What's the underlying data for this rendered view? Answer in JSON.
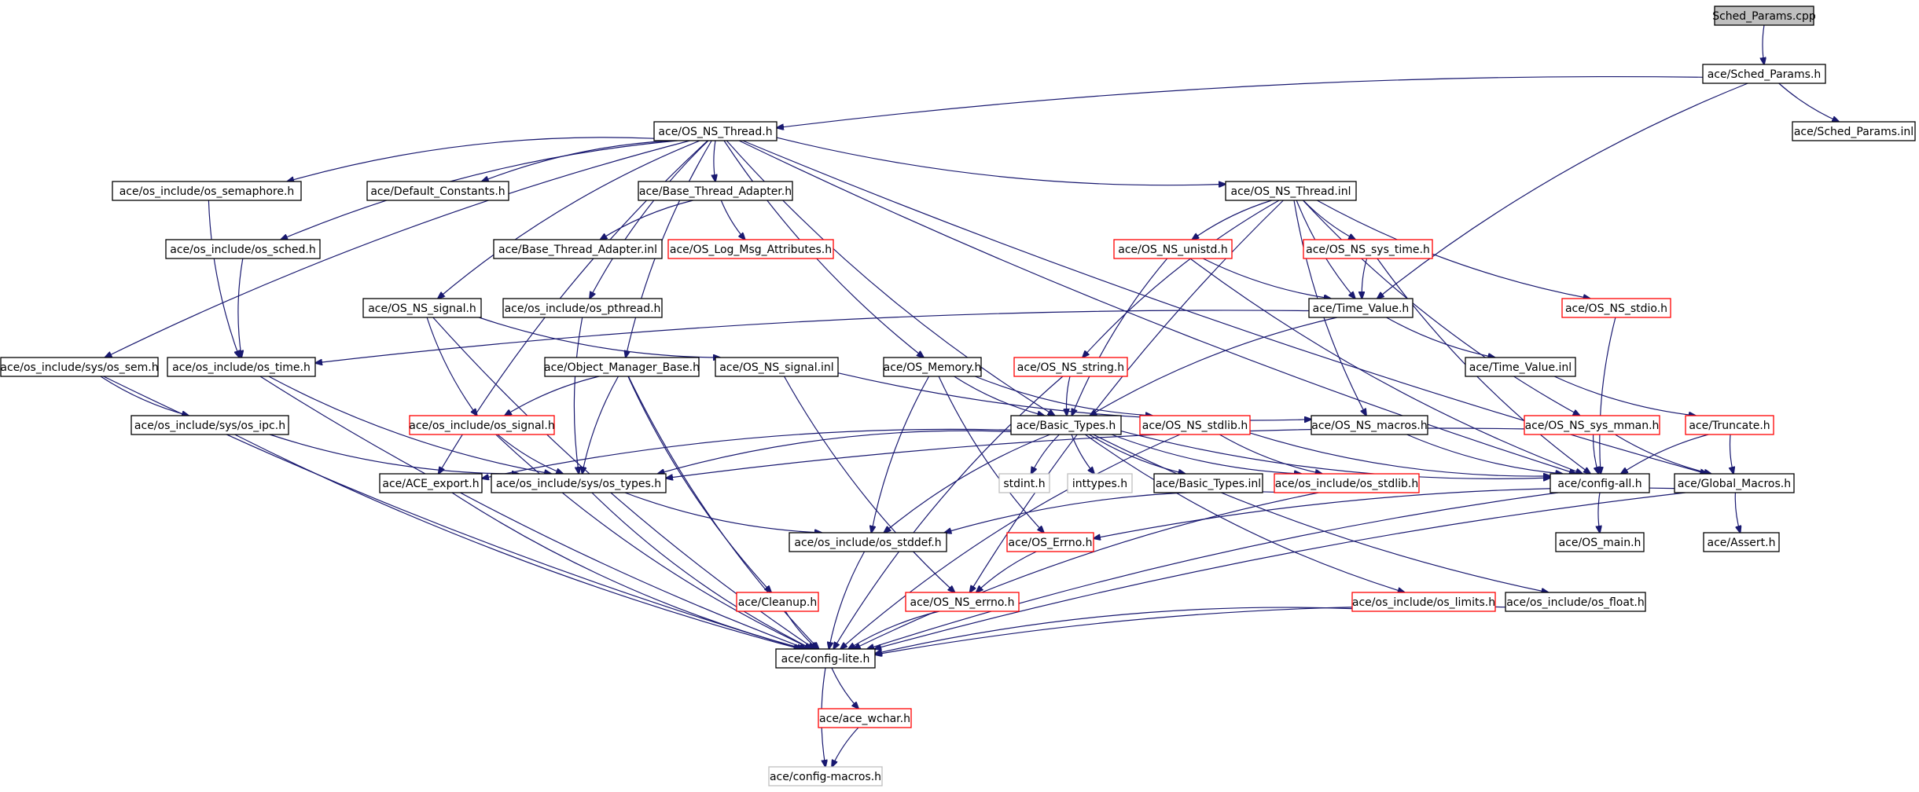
{
  "nodes": [
    {
      "id": "Sched_Params.cpp",
      "label": "Sched_Params.cpp",
      "style": "root"
    },
    {
      "id": "ace/Sched_Params.h",
      "label": "ace/Sched_Params.h",
      "style": "normal"
    },
    {
      "id": "ace/OS_NS_Thread.h",
      "label": "ace/OS_NS_Thread.h",
      "style": "normal"
    },
    {
      "id": "ace/Sched_Params.inl",
      "label": "ace/Sched_Params.inl",
      "style": "normal"
    },
    {
      "id": "ace/os_include/os_semaphore.h",
      "label": "ace/os_include/os_semaphore.h",
      "style": "normal"
    },
    {
      "id": "ace/Default_Constants.h",
      "label": "ace/Default_Constants.h",
      "style": "normal"
    },
    {
      "id": "ace/Base_Thread_Adapter.h",
      "label": "ace/Base_Thread_Adapter.h",
      "style": "normal"
    },
    {
      "id": "ace/OS_NS_Thread.inl",
      "label": "ace/OS_NS_Thread.inl",
      "style": "normal"
    },
    {
      "id": "ace/os_include/os_sched.h",
      "label": "ace/os_include/os_sched.h",
      "style": "normal"
    },
    {
      "id": "ace/Base_Thread_Adapter.inl",
      "label": "ace/Base_Thread_Adapter.inl",
      "style": "normal"
    },
    {
      "id": "ace/OS_Log_Msg_Attributes.h",
      "label": "ace/OS_Log_Msg_Attributes.h",
      "style": "red"
    },
    {
      "id": "ace/OS_NS_unistd.h",
      "label": "ace/OS_NS_unistd.h",
      "style": "red"
    },
    {
      "id": "ace/OS_NS_sys_time.h",
      "label": "ace/OS_NS_sys_time.h",
      "style": "red"
    },
    {
      "id": "ace/OS_NS_signal.h",
      "label": "ace/OS_NS_signal.h",
      "style": "normal"
    },
    {
      "id": "ace/os_include/os_pthread.h",
      "label": "ace/os_include/os_pthread.h",
      "style": "normal"
    },
    {
      "id": "ace/Time_Value.h",
      "label": "ace/Time_Value.h",
      "style": "normal"
    },
    {
      "id": "ace/OS_NS_stdio.h",
      "label": "ace/OS_NS_stdio.h",
      "style": "red"
    },
    {
      "id": "ace/os_include/sys/os_sem.h",
      "label": "ace/os_include/sys/os_sem.h",
      "style": "normal"
    },
    {
      "id": "ace/os_include/os_time.h",
      "label": "ace/os_include/os_time.h",
      "style": "normal"
    },
    {
      "id": "ace/Object_Manager_Base.h",
      "label": "ace/Object_Manager_Base.h",
      "style": "normal"
    },
    {
      "id": "ace/OS_NS_signal.inl",
      "label": "ace/OS_NS_signal.inl",
      "style": "normal"
    },
    {
      "id": "ace/OS_Memory.h",
      "label": "ace/OS_Memory.h",
      "style": "normal"
    },
    {
      "id": "ace/OS_NS_string.h",
      "label": "ace/OS_NS_string.h",
      "style": "red"
    },
    {
      "id": "ace/Time_Value.inl",
      "label": "ace/Time_Value.inl",
      "style": "normal"
    },
    {
      "id": "ace/os_include/sys/os_ipc.h",
      "label": "ace/os_include/sys/os_ipc.h",
      "style": "normal"
    },
    {
      "id": "ace/os_include/os_signal.h",
      "label": "ace/os_include/os_signal.h",
      "style": "red"
    },
    {
      "id": "ace/Basic_Types.h",
      "label": "ace/Basic_Types.h",
      "style": "normal"
    },
    {
      "id": "ace/OS_NS_stdlib.h",
      "label": "ace/OS_NS_stdlib.h",
      "style": "red"
    },
    {
      "id": "ace/OS_NS_macros.h",
      "label": "ace/OS_NS_macros.h",
      "style": "normal"
    },
    {
      "id": "ace/OS_NS_sys_mman.h",
      "label": "ace/OS_NS_sys_mman.h",
      "style": "red"
    },
    {
      "id": "ace/Truncate.h",
      "label": "ace/Truncate.h",
      "style": "red"
    },
    {
      "id": "ace/ACE_export.h",
      "label": "ace/ACE_export.h",
      "style": "normal"
    },
    {
      "id": "ace/os_include/sys/os_types.h",
      "label": "ace/os_include/sys/os_types.h",
      "style": "normal"
    },
    {
      "id": "stdint.h",
      "label": "stdint.h",
      "style": "gray"
    },
    {
      "id": "inttypes.h",
      "label": "inttypes.h",
      "style": "gray"
    },
    {
      "id": "ace/Basic_Types.inl",
      "label": "ace/Basic_Types.inl",
      "style": "normal"
    },
    {
      "id": "ace/os_include/os_stdlib.h",
      "label": "ace/os_include/os_stdlib.h",
      "style": "red"
    },
    {
      "id": "ace/config-all.h",
      "label": "ace/config-all.h",
      "style": "normal"
    },
    {
      "id": "ace/Global_Macros.h",
      "label": "ace/Global_Macros.h",
      "style": "normal"
    },
    {
      "id": "ace/os_include/os_stddef.h",
      "label": "ace/os_include/os_stddef.h",
      "style": "normal"
    },
    {
      "id": "ace/OS_Errno.h",
      "label": "ace/OS_Errno.h",
      "style": "red"
    },
    {
      "id": "ace/OS_main.h",
      "label": "ace/OS_main.h",
      "style": "normal"
    },
    {
      "id": "ace/Assert.h",
      "label": "ace/Assert.h",
      "style": "normal"
    },
    {
      "id": "ace/Cleanup.h",
      "label": "ace/Cleanup.h",
      "style": "red"
    },
    {
      "id": "ace/OS_NS_errno.h",
      "label": "ace/OS_NS_errno.h",
      "style": "red"
    },
    {
      "id": "ace/os_include/os_limits.h",
      "label": "ace/os_include/os_limits.h",
      "style": "red"
    },
    {
      "id": "ace/os_include/os_float.h",
      "label": "ace/os_include/os_float.h",
      "style": "normal"
    },
    {
      "id": "ace/config-lite.h",
      "label": "ace/config-lite.h",
      "style": "normal"
    },
    {
      "id": "ace/ace_wchar.h",
      "label": "ace/ace_wchar.h",
      "style": "red"
    },
    {
      "id": "ace/config-macros.h",
      "label": "ace/config-macros.h",
      "style": "gray"
    }
  ],
  "edges": [
    [
      "Sched_Params.cpp",
      "ace/Sched_Params.h"
    ],
    [
      "ace/Sched_Params.h",
      "ace/OS_NS_Thread.h"
    ],
    [
      "ace/Sched_Params.h",
      "ace/Sched_Params.inl"
    ],
    [
      "ace/Sched_Params.h",
      "ace/Time_Value.h"
    ],
    [
      "ace/OS_NS_Thread.h",
      "ace/os_include/sys/os_sem.h"
    ],
    [
      "ace/OS_NS_Thread.h",
      "ace/os_include/os_semaphore.h"
    ],
    [
      "ace/OS_NS_Thread.h",
      "ace/os_include/os_sched.h"
    ],
    [
      "ace/OS_NS_Thread.h",
      "ace/OS_NS_signal.h"
    ],
    [
      "ace/OS_NS_Thread.h",
      "ace/Default_Constants.h"
    ],
    [
      "ace/OS_NS_Thread.h",
      "ace/os_include/os_pthread.h"
    ],
    [
      "ace/OS_NS_Thread.h",
      "ace/ACE_export.h"
    ],
    [
      "ace/OS_NS_Thread.h",
      "ace/Base_Thread_Adapter.h"
    ],
    [
      "ace/OS_NS_Thread.h",
      "ace/Object_Manager_Base.h"
    ],
    [
      "ace/OS_NS_Thread.h",
      "ace/OS_Memory.h"
    ],
    [
      "ace/OS_NS_Thread.h",
      "ace/Basic_Types.h"
    ],
    [
      "ace/OS_NS_Thread.h",
      "ace/OS_NS_Thread.inl"
    ],
    [
      "ace/OS_NS_Thread.h",
      "ace/config-all.h"
    ],
    [
      "ace/OS_NS_Thread.h",
      "ace/Global_Macros.h"
    ],
    [
      "ace/os_include/os_semaphore.h",
      "ace/os_include/os_time.h"
    ],
    [
      "ace/os_include/os_sched.h",
      "ace/os_include/os_time.h"
    ],
    [
      "ace/Base_Thread_Adapter.h",
      "ace/Base_Thread_Adapter.inl"
    ],
    [
      "ace/Base_Thread_Adapter.h",
      "ace/OS_Log_Msg_Attributes.h"
    ],
    [
      "ace/OS_NS_Thread.inl",
      "ace/OS_NS_unistd.h"
    ],
    [
      "ace/OS_NS_Thread.inl",
      "ace/OS_NS_sys_time.h"
    ],
    [
      "ace/OS_NS_Thread.inl",
      "ace/Time_Value.h"
    ],
    [
      "ace/OS_NS_Thread.inl",
      "ace/OS_NS_stdio.h"
    ],
    [
      "ace/OS_NS_Thread.inl",
      "ace/OS_NS_string.h"
    ],
    [
      "ace/OS_NS_Thread.inl",
      "ace/OS_NS_macros.h"
    ],
    [
      "ace/OS_NS_Thread.inl",
      "ace/OS_NS_sys_mman.h"
    ],
    [
      "ace/OS_NS_Thread.inl",
      "ace/OS_NS_errno.h"
    ],
    [
      "ace/OS_NS_unistd.h",
      "ace/Time_Value.h"
    ],
    [
      "ace/OS_NS_unistd.h",
      "ace/Basic_Types.h"
    ],
    [
      "ace/OS_NS_unistd.h",
      "ace/config-all.h"
    ],
    [
      "ace/OS_NS_sys_time.h",
      "ace/Time_Value.h"
    ],
    [
      "ace/OS_NS_sys_time.h",
      "ace/config-all.h"
    ],
    [
      "ace/OS_NS_signal.h",
      "ace/OS_NS_signal.inl"
    ],
    [
      "ace/OS_NS_signal.h",
      "ace/os_include/os_signal.h"
    ],
    [
      "ace/OS_NS_signal.h",
      "ace/config-lite.h"
    ],
    [
      "ace/os_include/os_pthread.h",
      "ace/os_include/sys/os_types.h"
    ],
    [
      "ace/Time_Value.h",
      "ace/os_include/os_time.h"
    ],
    [
      "ace/Time_Value.h",
      "ace/Time_Value.inl"
    ],
    [
      "ace/Time_Value.h",
      "ace/Basic_Types.h"
    ],
    [
      "ace/OS_NS_stdio.h",
      "ace/config-all.h"
    ],
    [
      "ace/os_include/sys/os_sem.h",
      "ace/os_include/sys/os_ipc.h"
    ],
    [
      "ace/os_include/sys/os_sem.h",
      "ace/config-lite.h"
    ],
    [
      "ace/os_include/os_time.h",
      "ace/os_include/sys/os_types.h"
    ],
    [
      "ace/os_include/os_time.h",
      "ace/config-lite.h"
    ],
    [
      "ace/Object_Manager_Base.h",
      "ace/os_include/os_signal.h"
    ],
    [
      "ace/Object_Manager_Base.h",
      "ace/os_include/sys/os_types.h"
    ],
    [
      "ace/Object_Manager_Base.h",
      "ace/Cleanup.h"
    ],
    [
      "ace/Object_Manager_Base.h",
      "ace/config-lite.h"
    ],
    [
      "ace/OS_NS_signal.inl",
      "ace/OS_NS_macros.h"
    ],
    [
      "ace/OS_NS_signal.inl",
      "ace/OS_NS_errno.h"
    ],
    [
      "ace/OS_Memory.h",
      "ace/Basic_Types.h"
    ],
    [
      "ace/OS_Memory.h",
      "ace/OS_NS_stdlib.h"
    ],
    [
      "ace/OS_Memory.h",
      "ace/os_include/os_stddef.h"
    ],
    [
      "ace/OS_Memory.h",
      "ace/OS_Errno.h"
    ],
    [
      "ace/OS_NS_string.h",
      "ace/Basic_Types.h"
    ],
    [
      "ace/OS_NS_string.h",
      "ace/config-lite.h"
    ],
    [
      "ace/Time_Value.inl",
      "ace/Truncate.h"
    ],
    [
      "ace/os_include/sys/os_ipc.h",
      "ace/os_include/sys/os_types.h"
    ],
    [
      "ace/os_include/sys/os_ipc.h",
      "ace/config-lite.h"
    ],
    [
      "ace/os_include/os_signal.h",
      "ace/os_include/sys/os_types.h"
    ],
    [
      "ace/os_include/os_signal.h",
      "ace/config-lite.h"
    ],
    [
      "ace/Basic_Types.h",
      "ace/ACE_export.h"
    ],
    [
      "ace/Basic_Types.h",
      "ace/os_include/sys/os_types.h"
    ],
    [
      "ace/Basic_Types.h",
      "stdint.h"
    ],
    [
      "ace/Basic_Types.h",
      "inttypes.h"
    ],
    [
      "ace/Basic_Types.h",
      "ace/Basic_Types.inl"
    ],
    [
      "ace/Basic_Types.h",
      "ace/os_include/os_stdlib.h"
    ],
    [
      "ace/Basic_Types.h",
      "ace/config-all.h"
    ],
    [
      "ace/Basic_Types.h",
      "ace/os_include/os_stddef.h"
    ],
    [
      "ace/Basic_Types.h",
      "ace/os_include/os_limits.h"
    ],
    [
      "ace/Basic_Types.h",
      "ace/os_include/os_float.h"
    ],
    [
      "ace/OS_NS_stdlib.h",
      "ace/os_include/os_stdlib.h"
    ],
    [
      "ace/OS_NS_stdlib.h",
      "ace/config-all.h"
    ],
    [
      "ace/OS_NS_stdlib.h",
      "ace/config-lite.h"
    ],
    [
      "ace/OS_NS_macros.h",
      "ace/config-all.h"
    ],
    [
      "ace/OS_NS_sys_mman.h",
      "ace/os_include/sys/os_types.h"
    ],
    [
      "ace/OS_NS_sys_mman.h",
      "ace/config-all.h"
    ],
    [
      "ace/OS_NS_sys_mman.h",
      "ace/Global_Macros.h"
    ],
    [
      "ace/Truncate.h",
      "ace/config-all.h"
    ],
    [
      "ace/Truncate.h",
      "ace/Global_Macros.h"
    ],
    [
      "ace/ACE_export.h",
      "ace/config-lite.h"
    ],
    [
      "ace/os_include/sys/os_types.h",
      "ace/os_include/os_stddef.h"
    ],
    [
      "ace/os_include/sys/os_types.h",
      "ace/config-lite.h"
    ],
    [
      "ace/os_include/os_stdlib.h",
      "ace/os_include/os_stddef.h"
    ],
    [
      "ace/os_include/os_stdlib.h",
      "ace/config-lite.h"
    ],
    [
      "ace/config-all.h",
      "ace/OS_main.h"
    ],
    [
      "ace/config-all.h",
      "ace/config-lite.h"
    ],
    [
      "ace/Global_Macros.h",
      "ace/Assert.h"
    ],
    [
      "ace/Global_Macros.h",
      "ace/OS_Errno.h"
    ],
    [
      "ace/Global_Macros.h",
      "ace/config-lite.h"
    ],
    [
      "ace/os_include/os_stddef.h",
      "ace/config-lite.h"
    ],
    [
      "ace/OS_Errno.h",
      "ace/OS_NS_errno.h"
    ],
    [
      "ace/Cleanup.h",
      "ace/config-lite.h"
    ],
    [
      "ace/OS_NS_errno.h",
      "ace/config-lite.h"
    ],
    [
      "ace/os_include/os_limits.h",
      "ace/config-lite.h"
    ],
    [
      "ace/os_include/os_float.h",
      "ace/config-lite.h"
    ],
    [
      "ace/config-lite.h",
      "ace/ace_wchar.h"
    ],
    [
      "ace/config-lite.h",
      "ace/config-macros.h"
    ],
    [
      "ace/ace_wchar.h",
      "ace/config-macros.h"
    ]
  ]
}
